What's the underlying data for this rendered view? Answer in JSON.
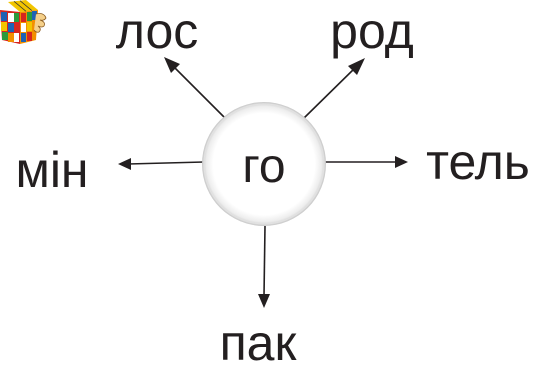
{
  "center": {
    "text": "го"
  },
  "words": {
    "top_left": "лос",
    "top_right": "род",
    "left": "мін",
    "right": "тель",
    "bottom": "пак"
  },
  "colors": {
    "text": "#231f20",
    "circle_fill": "#ffffff",
    "circle_shadow": "#cfcfcf"
  },
  "decor": {
    "corner_icon": "rubiks-cube-icon"
  }
}
